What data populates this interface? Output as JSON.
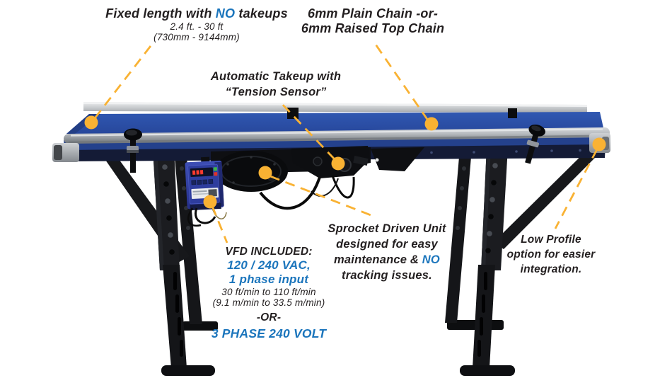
{
  "colors": {
    "background": "#FFFFFF",
    "callout_yellow": "#F9B233",
    "text_black": "#231F20",
    "highlight_blue": "#1B75BC",
    "belt_blue": "#2B4CA3",
    "frame_navy": "#141B36",
    "rail_silver": "#C6C9CC",
    "leg_black": "#17181B",
    "vfd_blue": "#3D4EB5"
  },
  "callouts": {
    "fixed_length": {
      "pre": "Fixed length with ",
      "no": "NO",
      "post": " takeups",
      "range_ft": "2.4 ft. - 30 ft",
      "range_mm": "(730mm - 9144mm)"
    },
    "chain": {
      "line1": "6mm Plain Chain -or-",
      "line2": "6mm Raised Top Chain"
    },
    "takeup": {
      "line1": "Automatic Takeup with",
      "line2": "“Tension Sensor”"
    },
    "sprocket": {
      "line1": "Sprocket Driven Unit",
      "line2": "designed for easy",
      "line3_pre": "maintenance & ",
      "line3_no": "NO",
      "line4": "tracking issues."
    },
    "vfd": {
      "title": "VFD INCLUDED:",
      "volts": "120 / 240 VAC,",
      "phase": "1 phase input",
      "speed_ft": "30 ft/min to 110 ft/min",
      "speed_m": "(9.1 m/min to 33.5 m/min)",
      "or": "-OR-",
      "alt": "3 PHASE 240 VOLT"
    },
    "low_profile": {
      "line1": "Low Profile",
      "line2": "option for easier",
      "line3": "integration."
    }
  }
}
